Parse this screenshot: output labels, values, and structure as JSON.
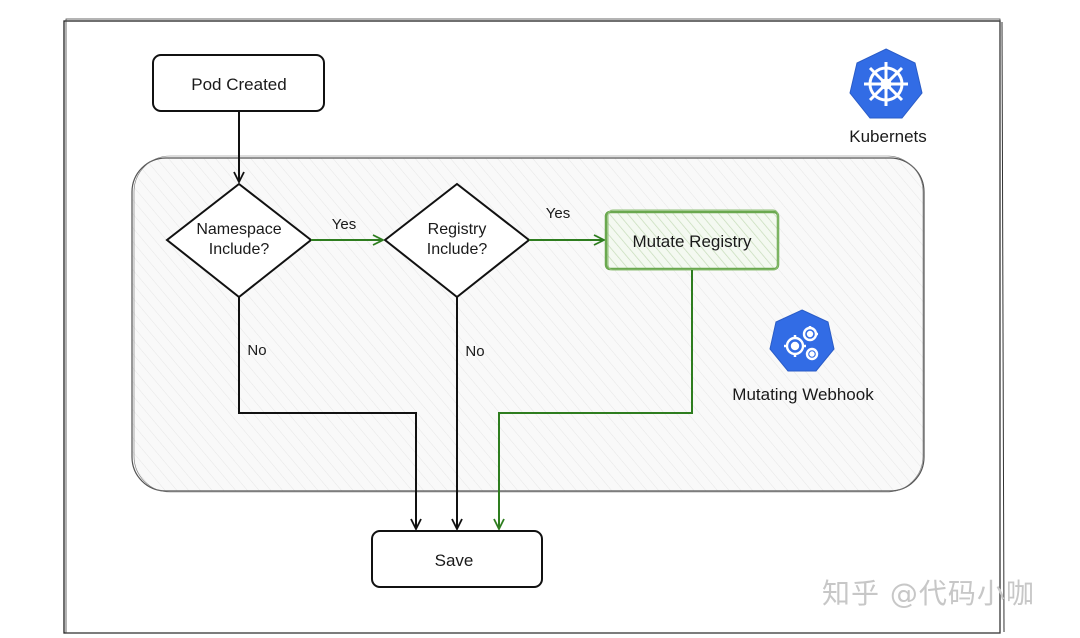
{
  "nodes": {
    "pod_created": "Pod Created",
    "namespace_line1": "Namespace",
    "namespace_line2": "Include?",
    "registry_line1": "Registry",
    "registry_line2": "Include?",
    "mutate_registry": "Mutate Registry",
    "save": "Save"
  },
  "edges": {
    "namespace_yes": "Yes",
    "registry_yes": "Yes",
    "namespace_no": "No",
    "registry_no": "No"
  },
  "logos": {
    "kubernetes_label": "Kubernets",
    "kubernetes_icon": "kubernetes-helm-wheel",
    "webhook_label": "Mutating Webhook",
    "webhook_icon": "gears-heptagon"
  },
  "watermark": "知乎 @代码小咖",
  "colors": {
    "outline": "#111111",
    "green_path": "#2e7d1f",
    "mutate_border": "#6aa84f",
    "mutate_hatch": "#cfe0c4",
    "k8s_blue": "#326ce5",
    "region_fill": "#f7f7f7"
  }
}
